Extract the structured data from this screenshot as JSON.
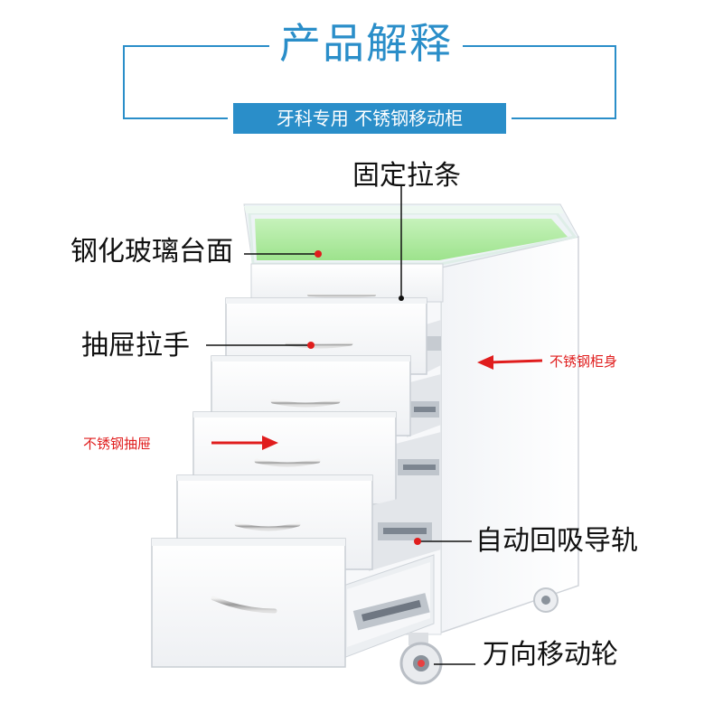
{
  "header": {
    "title": "产品解释",
    "subtitle": "牙科专用  不锈钢移动柜"
  },
  "labels": {
    "fixed_strip": "固定拉条",
    "glass_top": "钢化玻璃台面",
    "drawer_handle": "抽屉拉手",
    "stainless_body": "不锈钢柜身",
    "stainless_drawer": "不锈钢抽屉",
    "auto_rail": "自动回吸导轨",
    "caster": "万向移动轮"
  },
  "colors": {
    "accent_blue": "#2a8ec9",
    "arrow_red": "#e01d1d",
    "glass_green": "#7ddc6a"
  }
}
